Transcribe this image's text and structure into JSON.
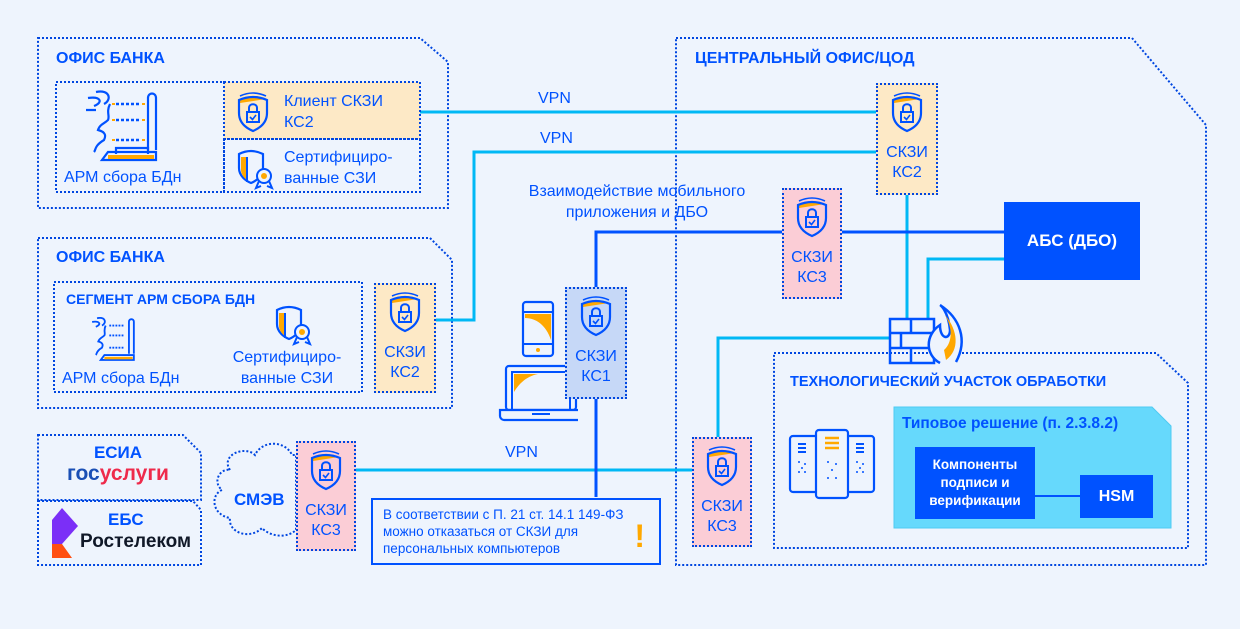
{
  "office1": {
    "title": "ОФИС БАНКА",
    "arm_label": "АРМ сбора БДн",
    "client_skzi": [
      "Клиент СКЗИ",
      "КС2"
    ],
    "certified": [
      "Сертифициро-",
      "ванные СЗИ"
    ]
  },
  "office2": {
    "title": "ОФИС БАНКА",
    "segment_title": "СЕГМЕНТ АРМ СБОРА БДН",
    "arm_label": "АРМ сбора БДн",
    "certified": [
      "Сертифициро-",
      "ванные СЗИ"
    ],
    "skzi": [
      "СКЗИ",
      "КС2"
    ]
  },
  "external": {
    "esia_title": "ЕСИА",
    "gosuslugi_part1": "гос",
    "gosuslugi_part2": "услуги",
    "ebs_title": "ЕБС",
    "rostelecom": "Ростелеком",
    "smev": "СМЭВ",
    "skzi": [
      "СКЗИ",
      "КС3"
    ]
  },
  "links": {
    "vpn1": "VPN",
    "vpn2": "VPN",
    "vpn3": "VPN",
    "mobile_label": [
      "Взаимодействие мобильного",
      "приложения и ДБО"
    ]
  },
  "client": {
    "skzi": [
      "СКЗИ",
      "КС1"
    ]
  },
  "note": {
    "lines": [
      "В соответствии с П. 21 ст. 14.1 149-ФЗ",
      "можно отказаться от СКЗИ для",
      "персональных компьютеров"
    ],
    "mark": "!"
  },
  "central": {
    "title": "ЦЕНТРАЛЬНЫЙ ОФИС/ЦОД",
    "skzi_ks2": [
      "СКЗИ",
      "КС2"
    ],
    "skzi_ks3_top": [
      "СКЗИ",
      "КС3"
    ],
    "skzi_ks3_bottom": [
      "СКЗИ",
      "КС3"
    ],
    "abs": "АБС (ДБО)",
    "tech_title": "ТЕХНОЛОГИЧЕСКИЙ УЧАСТОК ОБРАБОТКИ",
    "typical_title": "Типовое решение (п. 2.3.8.2)",
    "components": [
      "Компоненты",
      "подписи и",
      "верификации"
    ],
    "hsm": "HSM"
  },
  "colors": {
    "primary": "#0052ff",
    "cyan_line": "#00b8f5",
    "orange": "#ffa800",
    "yellow_bg": "#fde9c6",
    "pink_bg": "#fbcdd6",
    "blue_bg": "#c6d8f7",
    "typical_bg": "#66d9fc",
    "gosuslugi_red": "#ee2a4b"
  }
}
